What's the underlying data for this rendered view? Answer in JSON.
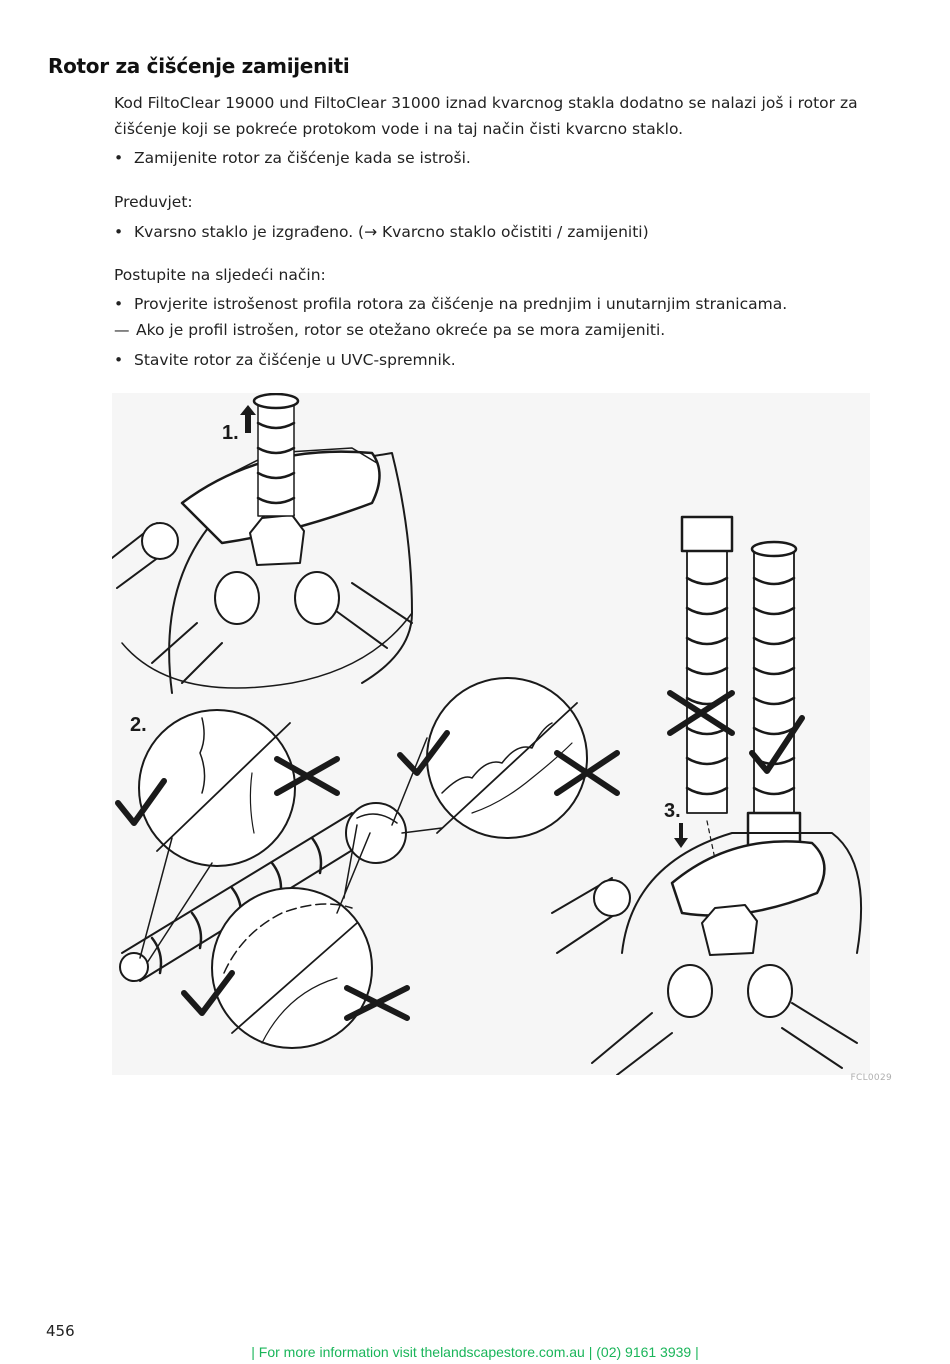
{
  "heading": "Rotor za čišćenje zamijeniti",
  "intro": "Kod FiltoClear 19000 und FiltoClear 31000 iznad kvarcnog stakla dodatno se nalazi još i rotor za čišćenje koji se pokreće protokom vode i na taj način čisti kvarcno staklo.",
  "bullet_replace": "Zamijenite rotor za čišćenje kada se istroši.",
  "prerequisite_label": "Preduvjet:",
  "prerequisite_item": "Kvarsno staklo je izgrađeno. (→ Kvarcno staklo očistiti / zamijeniti)",
  "procedure_label": "Postupite na sljedeći način:",
  "step_check": "Provjerite istrošenost profila rotora za čišćenje na prednjim i unutarnjim stranicama.",
  "step_check_note": "Ako je profil istrošen, rotor se otežano okreće pa se mora zamijeniti.",
  "step_insert": "Stavite rotor za čišćenje u UVC-spremnik.",
  "bullet_symbol": "•",
  "dash_symbol": "—",
  "figure": {
    "step1": "1.",
    "step2": "2.",
    "step3": "3.",
    "code": "FCL0029"
  },
  "page_number": "456",
  "footer": "| For more information visit thelandscapestore.com.au | (02) 9161 3939 |"
}
